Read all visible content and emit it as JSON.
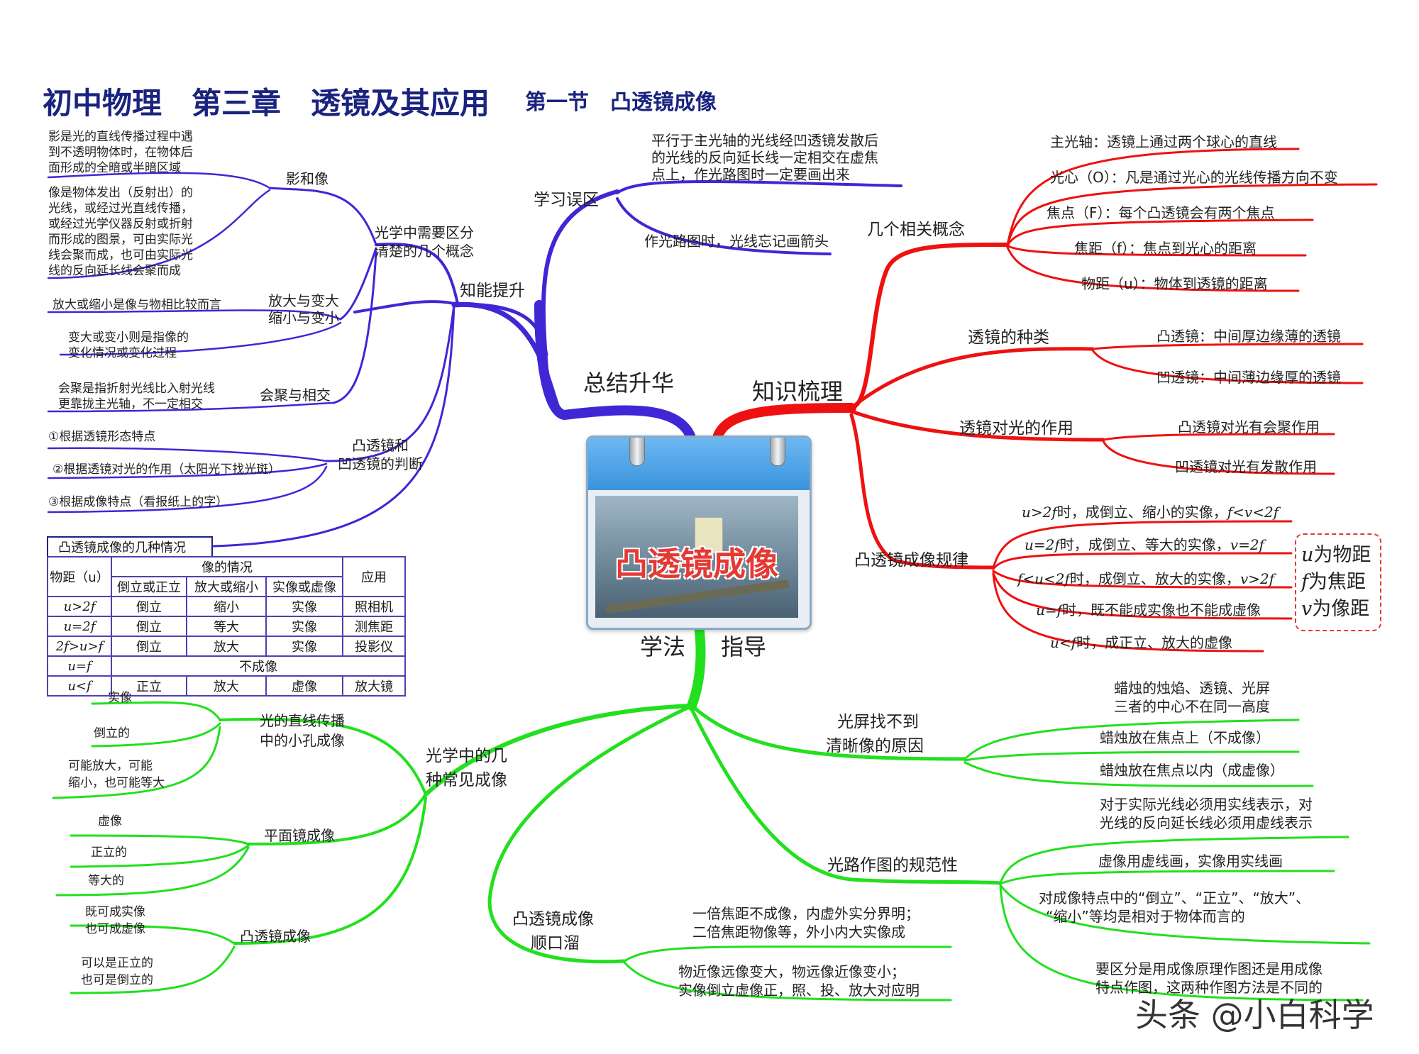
{
  "title": {
    "main": "初中物理　第三章　透镜及其应用",
    "section": "第一节　凸透镜成像"
  },
  "center": {
    "label": "凸透镜成像"
  },
  "colors": {
    "blue": "#3f27d6",
    "red": "#ee1111",
    "green": "#22e01d",
    "title": "#1a237e"
  },
  "branches": {
    "summary": "总结升华",
    "knowledge": "知识梳理",
    "method_left": "学法",
    "method_right": "指导"
  },
  "zhineng": {
    "label": "知能提升",
    "concepts": {
      "label_l1": "光学中需要区分",
      "label_l2": "清楚的几个概念",
      "shadow": {
        "label": "影和像",
        "desc1": [
          "影是光的直线传播过程中遇",
          "到不透明物体时，在物体后",
          "面形成的全暗或半暗区域"
        ],
        "desc2": [
          "像是物体发出（反射出）的",
          "光线，或经过光直线传播，",
          "或经过光学仪器反射或折射",
          "而形成的图景，可由实际光",
          "线会聚而成，也可由实际光",
          "线的反向延长线会聚而成"
        ]
      },
      "enlarge": {
        "label_l1": "放大与变大",
        "label_l2": "缩小与变小",
        "desc1": "放大或缩小是像与物相比较而言",
        "desc2": [
          "变大或变小则是指像的",
          "变化情况或变化过程"
        ]
      },
      "converge": {
        "label": "会聚与相交",
        "desc": [
          "会聚是指折射光线比入射光线",
          "更靠拢主光轴，不一定相交"
        ]
      }
    },
    "judge": {
      "label_l1": "凸透镜和",
      "label_l2": "凹透镜的判断",
      "items": [
        "①根据透镜形态特点",
        "②根据透镜对光的作用（太阳光下找光斑）",
        "③根据成像特点（看报纸上的字）"
      ]
    }
  },
  "mistakes": {
    "label": "学习误区",
    "item1": [
      "平行于主光轴的光线经凹透镜发散后",
      "的光线的反向延长线一定相交在虚焦",
      "点上，作光路图时一定要画出来"
    ],
    "item2": "作光路图时，光线忘记画箭头"
  },
  "concepts": {
    "label": "几个相关概念",
    "items": [
      "主光轴：透镜上通过两个球心的直线",
      "光心（O）：凡是通过光心的光线传播方向不变",
      "焦点（F）：每个凸透镜会有两个焦点",
      "焦距（f）：焦点到光心的距离",
      "物距（u）：物体到透镜的距离"
    ]
  },
  "lens_types": {
    "label": "透镜的种类",
    "items": [
      "凸透镜：中间厚边缘薄的透镜",
      "凹透镜：中间薄边缘厚的透镜"
    ]
  },
  "lens_effect": {
    "label": "透镜对光的作用",
    "items": [
      "凸透镜对光有会聚作用",
      "凹透镜对光有发散作用"
    ]
  },
  "rules": {
    "label": "凸透镜成像规律",
    "items": [
      {
        "cond": "u>2f",
        "text": "时，成倒立、缩小的实像，",
        "tail": "f<v<2f"
      },
      {
        "cond": "u=2f",
        "text": "时，成倒立、等大的实像，",
        "tail": "v=2f"
      },
      {
        "cond": "f<u<2f",
        "text": "时，成倒立、放大的实像，",
        "tail": "v>2f"
      },
      {
        "cond": "u=f",
        "text": "时，既不能成实像也不能成虚像",
        "tail": ""
      },
      {
        "cond": "u<f",
        "text": "时，成正立、放大的虚像",
        "tail": ""
      }
    ],
    "legend": [
      {
        "sym": "u",
        "text": "为物距"
      },
      {
        "sym": "f",
        "text": "为焦距"
      },
      {
        "sym": "v",
        "text": "为像距"
      }
    ]
  },
  "table": {
    "title": "凸透镜成像的几种情况",
    "head_dist": "物距（u）",
    "head_image": "像的情况",
    "head_app": "应用",
    "sub_heads": [
      "倒立或正立",
      "放大或缩小",
      "实像或虚像"
    ],
    "rows": [
      {
        "cond": "u>2f",
        "a": "倒立",
        "b": "缩小",
        "c": "实像",
        "app": "照相机"
      },
      {
        "cond": "u=2f",
        "a": "倒立",
        "b": "等大",
        "c": "实像",
        "app": "测焦距"
      },
      {
        "cond": "2f>u>f",
        "a": "倒立",
        "b": "放大",
        "c": "实像",
        "app": "投影仪"
      }
    ],
    "row_uf": {
      "cond": "u=f",
      "merged": "不成像"
    },
    "row_last": {
      "cond": "u<f",
      "a": "正立",
      "b": "放大",
      "c": "虚像",
      "app": "放大镜"
    }
  },
  "common": {
    "label_l1": "光学中的几",
    "label_l2": "种常见成像",
    "pinhole": {
      "label_l1": "光的直线传播",
      "label_l2": "中的小孔成像",
      "items": [
        "实像",
        "倒立的"
      ],
      "item3": [
        "可能放大，可能",
        "缩小，也可能等大"
      ]
    },
    "mirror": {
      "label": "平面镜成像",
      "items": [
        "虚像",
        "正立的",
        "等大的"
      ]
    },
    "convex": {
      "label": "凸透镜成像",
      "item1": [
        "既可成实像",
        "也可成虚像"
      ],
      "item2": [
        "可以是正立的",
        "也可是倒立的"
      ]
    }
  },
  "rhyme": {
    "label_l1": "凸透镜成像",
    "label_l2": "顺口溜",
    "item1": [
      "一倍焦距不成像，内虚外实分界明；",
      "二倍焦距物像等，外小内大实像成"
    ],
    "item2": [
      "物近像远像变大，物远像近像变小；",
      "实像倒立虚像正，照、投、放大对应明"
    ]
  },
  "screen": {
    "label_l1": "光屏找不到",
    "label_l2": "清晰像的原因",
    "item1": [
      "蜡烛的烛焰、透镜、光屏",
      "三者的中心不在同一高度"
    ],
    "item2": "蜡烛放在焦点上（不成像）",
    "item3": "蜡烛放在焦点以内（成虚像）"
  },
  "drawing": {
    "label": "光路作图的规范性",
    "item1": [
      "对于实际光线必须用实线表示，对",
      "光线的反向延长线必须用虚线表示"
    ],
    "item2": "虚像用虚线画，实像用实线画",
    "item3": [
      "对成像特点中的“倒立”、“正立”、“放大”、",
      "“缩小”等均是相对于物体而言的"
    ],
    "item4": [
      "要区分是用成像原理作图还是用成像",
      "特点作图，这两种作图方法是不同的"
    ]
  },
  "watermark": "头条 @小白科学"
}
